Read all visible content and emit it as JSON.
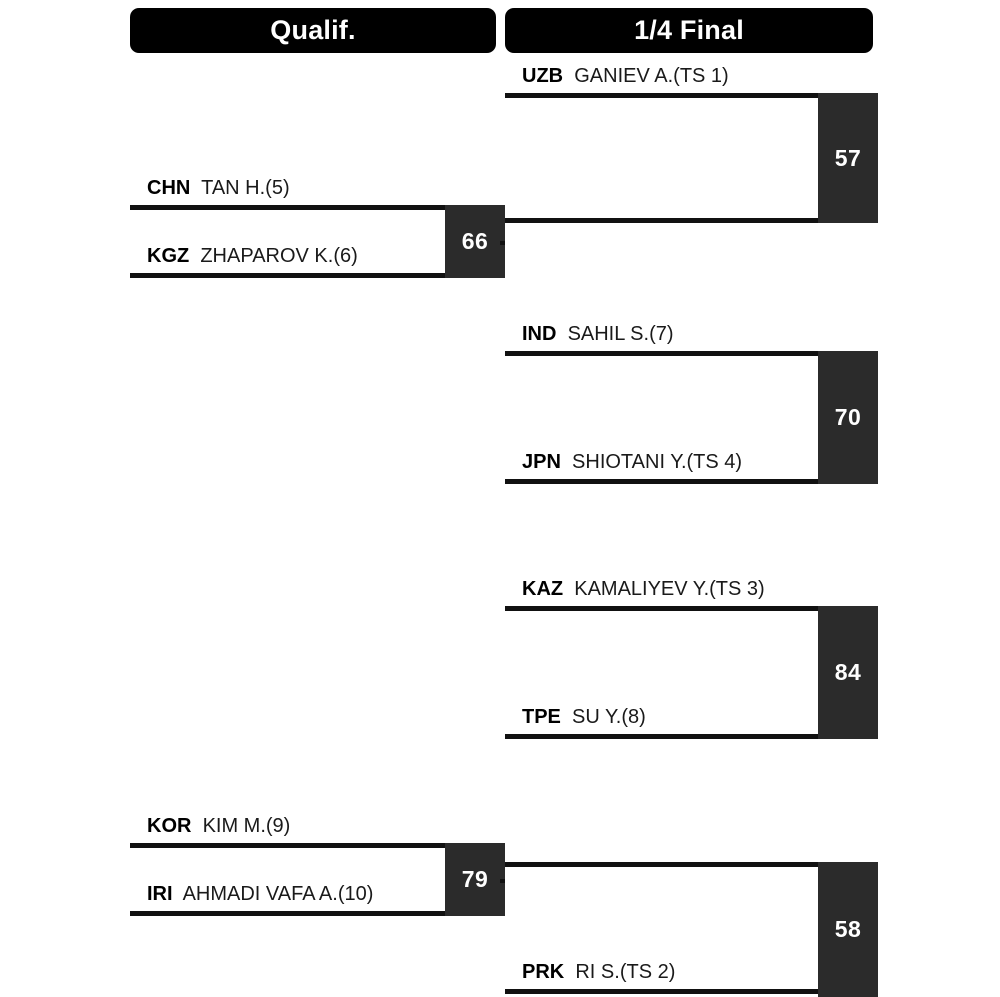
{
  "rounds": [
    {
      "id": "qualif",
      "label": "Qualif."
    },
    {
      "id": "quarter",
      "label": "1/4 Final"
    }
  ],
  "bracket": {
    "qualif": [
      {
        "match_id": "q1",
        "top": {
          "noc": "CHN",
          "name": "TAN H.(5)"
        },
        "bottom": {
          "noc": "KGZ",
          "name": "ZHAPAROV K.(6)"
        },
        "score": "66"
      },
      {
        "match_id": "q2",
        "top": {
          "noc": "KOR",
          "name": "KIM M.(9)"
        },
        "bottom": {
          "noc": "IRI",
          "name": "AHMADI VAFA A.(10)"
        },
        "score": "79"
      }
    ],
    "quarter": [
      {
        "match_id": "qf1",
        "top": {
          "noc": "UZB",
          "name": "GANIEV A.(TS 1)"
        },
        "bottom": {
          "noc": "",
          "name": ""
        },
        "score": "57"
      },
      {
        "match_id": "qf2",
        "top": {
          "noc": "IND",
          "name": "SAHIL S.(7)"
        },
        "bottom": {
          "noc": "JPN",
          "name": "SHIOTANI Y.(TS 4)"
        },
        "score": "70"
      },
      {
        "match_id": "qf3",
        "top": {
          "noc": "KAZ",
          "name": "KAMALIYEV Y.(TS 3)"
        },
        "bottom": {
          "noc": "TPE",
          "name": "SU Y.(8)"
        },
        "score": "84"
      },
      {
        "match_id": "qf4",
        "top": {
          "noc": "",
          "name": ""
        },
        "bottom": {
          "noc": "PRK",
          "name": "RI S.(TS 2)"
        },
        "score": "58"
      }
    ]
  },
  "colors": {
    "header_bg": "#000000",
    "header_text": "#ffffff",
    "score_bg": "#2b2b2b",
    "score_text": "#ffffff",
    "rule": "#111111",
    "page_bg": "#ffffff"
  }
}
